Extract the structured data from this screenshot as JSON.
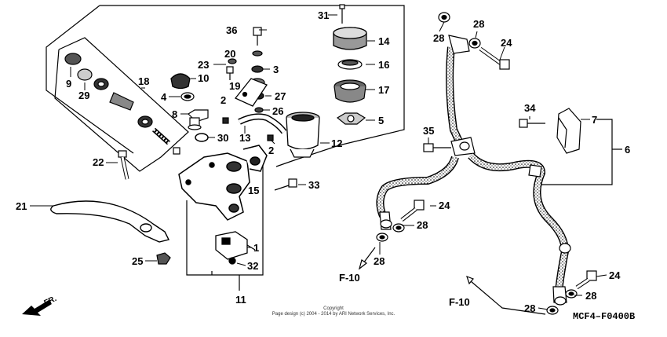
{
  "diagram": {
    "code": "MCF4–F0400B",
    "fr_label": "FR.",
    "copyright_line1": "Copyright",
    "copyright_line2": "Page design (c) 2004 - 2014 by ARI Network Services, Inc.",
    "refs": [
      "F-10",
      "F-10"
    ]
  },
  "callouts": [
    {
      "id": "31",
      "label": "31"
    },
    {
      "id": "36",
      "label": "36"
    },
    {
      "id": "14",
      "label": "14"
    },
    {
      "id": "28a",
      "label": "28"
    },
    {
      "id": "28b",
      "label": "28"
    },
    {
      "id": "24a",
      "label": "24"
    },
    {
      "id": "20",
      "label": "20"
    },
    {
      "id": "23",
      "label": "23"
    },
    {
      "id": "3",
      "label": "3"
    },
    {
      "id": "16",
      "label": "16"
    },
    {
      "id": "9",
      "label": "9"
    },
    {
      "id": "29",
      "label": "29"
    },
    {
      "id": "18",
      "label": "18"
    },
    {
      "id": "10",
      "label": "10"
    },
    {
      "id": "19",
      "label": "19"
    },
    {
      "id": "27",
      "label": "27"
    },
    {
      "id": "17",
      "label": "17"
    },
    {
      "id": "4",
      "label": "4"
    },
    {
      "id": "2a",
      "label": "2"
    },
    {
      "id": "8",
      "label": "8"
    },
    {
      "id": "26",
      "label": "26"
    },
    {
      "id": "5",
      "label": "5"
    },
    {
      "id": "34",
      "label": "34"
    },
    {
      "id": "7",
      "label": "7"
    },
    {
      "id": "30",
      "label": "30"
    },
    {
      "id": "13",
      "label": "13"
    },
    {
      "id": "12",
      "label": "12"
    },
    {
      "id": "2b",
      "label": "2"
    },
    {
      "id": "35",
      "label": "35"
    },
    {
      "id": "6",
      "label": "6"
    },
    {
      "id": "22",
      "label": "22"
    },
    {
      "id": "15",
      "label": "15"
    },
    {
      "id": "33",
      "label": "33"
    },
    {
      "id": "21",
      "label": "21"
    },
    {
      "id": "24b",
      "label": "24"
    },
    {
      "id": "28c",
      "label": "28"
    },
    {
      "id": "1",
      "label": "1"
    },
    {
      "id": "25",
      "label": "25"
    },
    {
      "id": "32",
      "label": "32"
    },
    {
      "id": "28d",
      "label": "28"
    },
    {
      "id": "11",
      "label": "11"
    },
    {
      "id": "24c",
      "label": "24"
    },
    {
      "id": "28e",
      "label": "28"
    },
    {
      "id": "28f",
      "label": "28"
    }
  ]
}
